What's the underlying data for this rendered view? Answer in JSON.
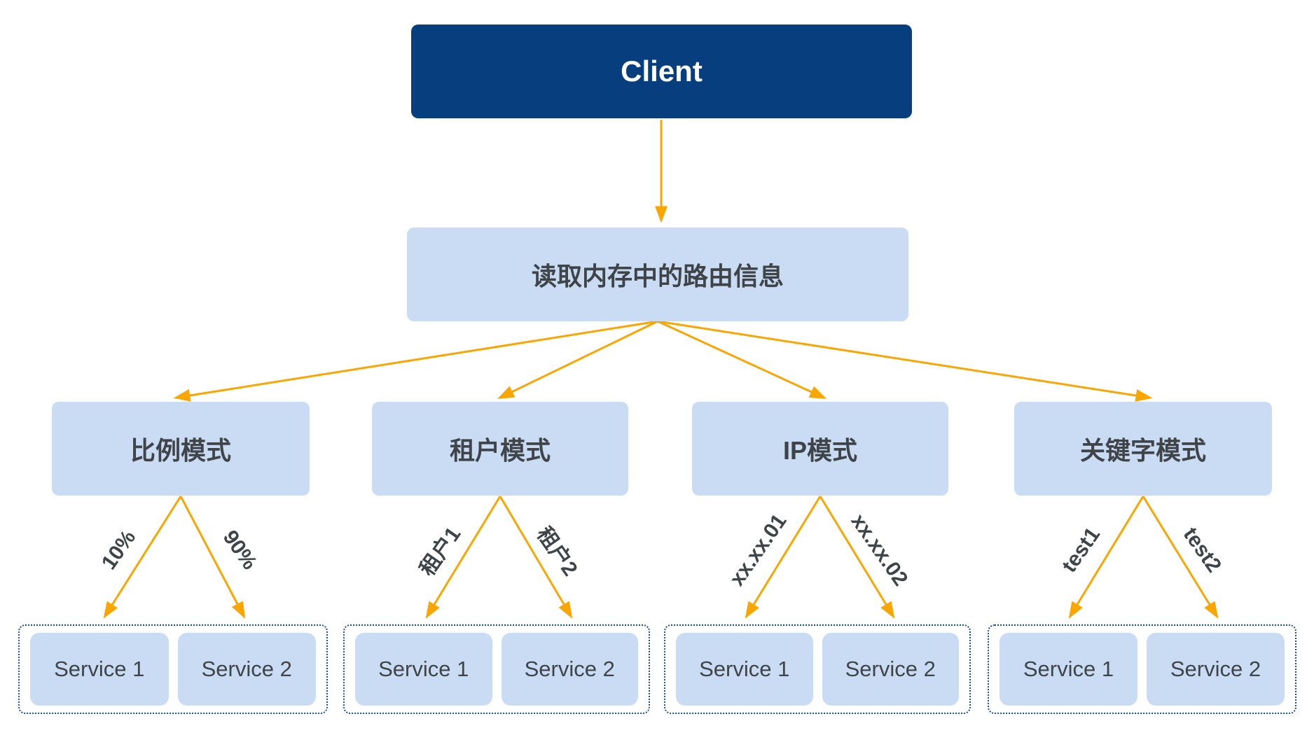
{
  "colors": {
    "navy": "#073E7D",
    "box_blue": "#C9DCF3",
    "arrow_orange": "#F9A602",
    "dash_border": "#1F4E8C",
    "text_dark": "#3F4448"
  },
  "nodes": {
    "client": {
      "label": "Client"
    },
    "router": {
      "label": "读取内存中的路由信息"
    }
  },
  "modes": [
    {
      "label": "比例模式",
      "left_edge": "10%",
      "right_edge": "90%",
      "services": [
        "Service 1",
        "Service 2"
      ]
    },
    {
      "label": "租户模式",
      "left_edge": "租户1",
      "right_edge": "租户2",
      "services": [
        "Service 1",
        "Service 2"
      ]
    },
    {
      "label": "IP模式",
      "left_edge": "xx.xx.01",
      "right_edge": "xx.xx.02",
      "services": [
        "Service 1",
        "Service 2"
      ]
    },
    {
      "label": "关键字模式",
      "left_edge": "test1",
      "right_edge": "test2",
      "services": [
        "Service 1",
        "Service 2"
      ]
    }
  ]
}
